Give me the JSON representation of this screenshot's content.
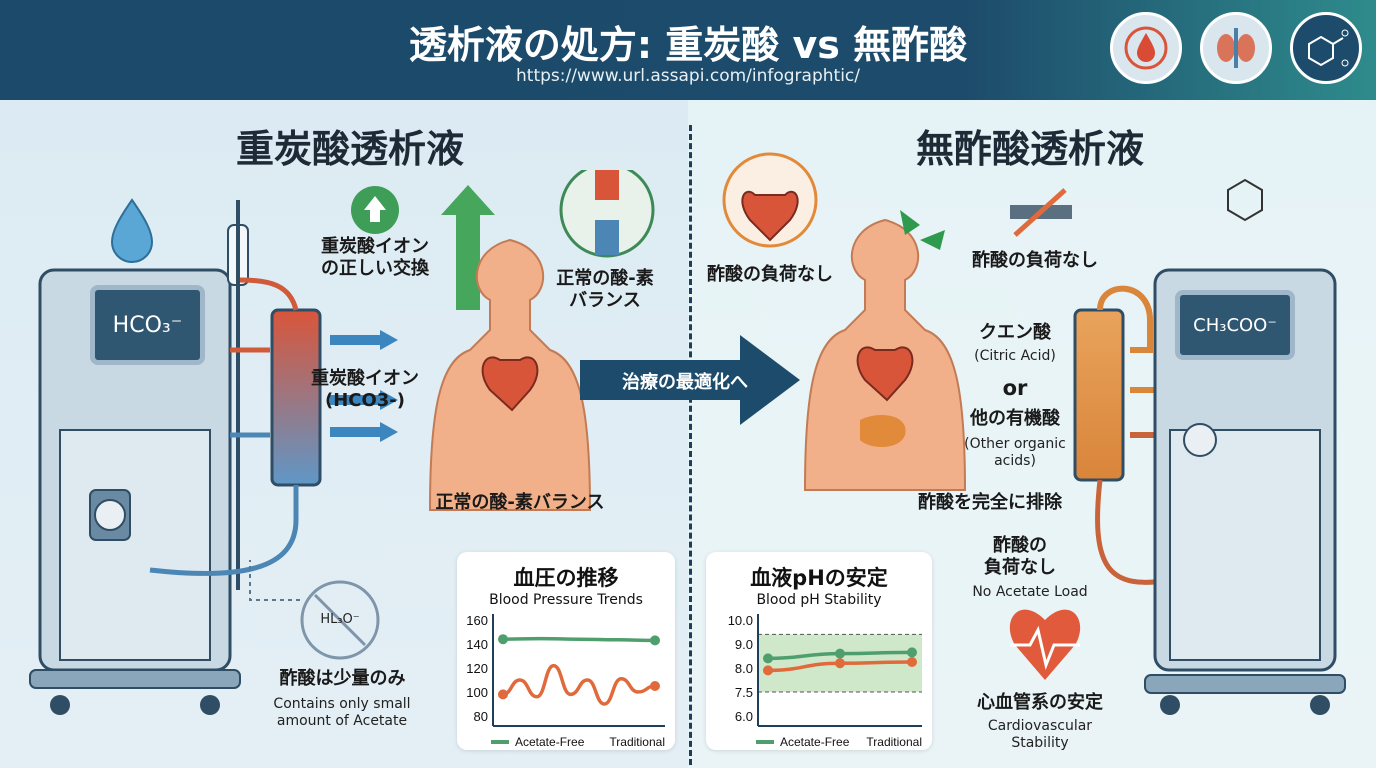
{
  "header": {
    "title": "透析液の処方: 重炭酸 vs 無酢酸",
    "url": "https://www.url.assapi.com/infographtic/",
    "icons": [
      "blood-drop-cycle-icon",
      "kidney-icon",
      "molecule-icon"
    ]
  },
  "left": {
    "title": "重炭酸透析液",
    "monitor": "HCO₃⁻",
    "exchange_label": "重炭酸イオン\nの正しい交換",
    "balance_label_top": "正常の酸-素\nバランス",
    "ion_label": "重炭酸イオン\n(HCO3-)",
    "balance_label_bottom": "正常の酸-素バランス",
    "molecule": "HL₃O⁻",
    "acetate_small_jp": "酢酸は少量のみ",
    "acetate_small_en": "Contains only small amount of Acetate"
  },
  "center_arrow": "治療の最適化へ",
  "right": {
    "title": "無酢酸透析液",
    "monitor": "CH₃COO⁻",
    "no_load_heart": "酢酸の負荷なし",
    "no_load_top": "酢酸の負荷なし",
    "citric_jp": "クエン酸",
    "citric_en": "(Citric Acid)",
    "or": "or",
    "other_jp": "他の有機酸",
    "other_en": "(Other organic acids)",
    "eliminate": "酢酸を完全に排除",
    "no_load_jp": "酢酸の\n負荷なし",
    "no_load_en": "No Acetate Load",
    "cardio_jp": "心血管系の安定",
    "cardio_en": "Cardiovascular Stability"
  },
  "colors": {
    "green": "#4f9f6e",
    "orange": "#e06a3b",
    "navy": "#1c4a6b"
  },
  "chart_data": [
    {
      "type": "line",
      "title": "血圧の推移",
      "subtitle": "Blood Pressure Trends",
      "yticks": [
        "160",
        "140",
        "120",
        "100",
        "80"
      ],
      "ylim": [
        75,
        165
      ],
      "series": [
        {
          "name": "Acetate-Free",
          "color": "#4f9f6e",
          "values": [
            144,
            144.5,
            144,
            143.5,
            143
          ]
        },
        {
          "name": "Traditional",
          "color": "#e06a3b",
          "values": [
            98,
            110,
            96,
            122,
            98,
            110,
            90,
            111,
            100,
            105
          ]
        }
      ],
      "legend": [
        "Acetate-Free",
        "Traditional"
      ]
    },
    {
      "type": "line",
      "title": "血液pHの安定",
      "subtitle": "Blood pH Stability",
      "yticks": [
        "10.0",
        "9.0",
        "8.0",
        "7.5",
        "6.0"
      ],
      "band": [
        7.5,
        9.4
      ],
      "series": [
        {
          "name": "Acetate-Free",
          "color": "#4f9f6e",
          "values": [
            8.4,
            8.6,
            8.65
          ]
        },
        {
          "name": "Traditional",
          "color": "#e06a3b",
          "values": [
            7.95,
            8.2,
            8.25
          ]
        }
      ],
      "legend": [
        "Acetate-Free",
        "Traditional"
      ]
    }
  ]
}
